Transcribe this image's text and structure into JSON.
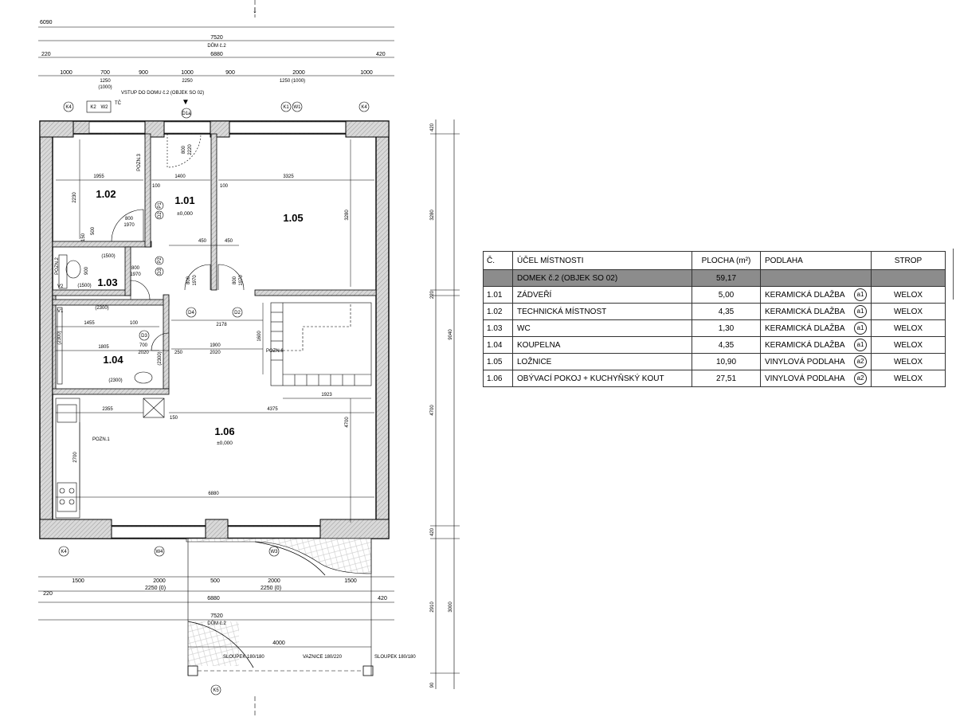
{
  "plan": {
    "rooms": [
      {
        "num": "1.01",
        "level": "±0,000"
      },
      {
        "num": "1.02"
      },
      {
        "num": "1.03"
      },
      {
        "num": "1.04"
      },
      {
        "num": "1.05"
      },
      {
        "num": "1.06",
        "level": "±0,000"
      }
    ],
    "top_dims": {
      "cut": "6090",
      "overall": "7520",
      "house": "DŮM č.2",
      "left_220": "220",
      "inner": "6880",
      "right_420": "420",
      "row": [
        "1000",
        "700",
        "900",
        "1000",
        "900",
        "2000",
        "1000"
      ],
      "sub": [
        "1250",
        "(1000)",
        "2250",
        "1250 (1000)"
      ]
    },
    "entrance_note": "VSTUP DO DOMU č.2 (OBJEK SO 02)",
    "grid_tags": [
      "K4",
      "K2",
      "W2",
      "TČ",
      "D1a",
      "K1",
      "W1",
      "K4"
    ],
    "grid_tags_bottom": [
      "K4",
      "W4",
      "W3",
      "K5"
    ],
    "door_tags": [
      "D2",
      "P1",
      "D3",
      "P2",
      "D4",
      "D2",
      "D3"
    ],
    "dims_interior": [
      "1955",
      "1400",
      "3325",
      "2230",
      "3280",
      "800",
      "1970",
      "800",
      "2220",
      "800",
      "1970",
      "150",
      "500",
      "450",
      "450",
      "800",
      "1970",
      "800",
      "1970",
      "(1500)",
      "900",
      "(1500)",
      "(2300)",
      "1455",
      "100",
      "700",
      "2020",
      "1805",
      "2178",
      "1900",
      "2020",
      "250",
      "1600",
      "(2300)",
      "(2300)",
      "(2300)",
      "1923",
      "2355",
      "150",
      "4375",
      "4700",
      "2700",
      "6880",
      "100",
      "100"
    ],
    "notes": [
      "POZN.3",
      "POZN.2",
      "POZN.6",
      "POZN.1",
      "V2",
      "V1"
    ],
    "right_dims": [
      "420",
      "3280",
      "220",
      "9040",
      "4700",
      "420",
      "2910",
      "3000",
      "90"
    ],
    "bottom_dims": {
      "row1": [
        "1500",
        "2000",
        "500",
        "2000",
        "1500"
      ],
      "row2": [
        "220",
        "2250 (0)",
        "2250 (0)",
        "420"
      ],
      "inner": "6880",
      "overall": "7520",
      "house": "DŮM č.2",
      "pergola": "4000",
      "labels": [
        "SLOUPEK 180/180",
        "VAZNICE 180/220",
        "SLOUPEK 180/180"
      ]
    }
  },
  "schedule": {
    "headers": {
      "num": "Č.",
      "name": "ÚČEL MÍSTNOSTI",
      "area": "PLOCHA (m²)",
      "floor": "PODLAHA",
      "ceiling": "STROP"
    },
    "group": {
      "name": "DOMEK č.2 (OBJEK SO 02)",
      "area": "59,17"
    },
    "rows": [
      {
        "num": "1.01",
        "name": "ZÁDVEŘÍ",
        "area": "5,00",
        "floor": "KERAMICKÁ DLAŽBA",
        "badge": "a1",
        "ceiling": "WELOX"
      },
      {
        "num": "1.02",
        "name": "TECHNICKÁ MÍSTNOST",
        "area": "4,35",
        "floor": "KERAMICKÁ DLAŽBA",
        "badge": "a1",
        "ceiling": "WELOX"
      },
      {
        "num": "1.03",
        "name": "WC",
        "area": "1,30",
        "floor": "KERAMICKÁ DLAŽBA",
        "badge": "a1",
        "ceiling": "WELOX"
      },
      {
        "num": "1.04",
        "name": "KOUPELNA",
        "area": "4,35",
        "floor": "KERAMICKÁ DLAŽBA",
        "badge": "a1",
        "ceiling": "WELOX"
      },
      {
        "num": "1.05",
        "name": "LOŽNICE",
        "area": "10,90",
        "floor": "VINYLOVÁ PODLAHA",
        "badge": "a2",
        "ceiling": "WELOX"
      },
      {
        "num": "1.06",
        "name": "OBÝVACÍ POKOJ + KUCHYŇSKÝ KOUT",
        "area": "27,51",
        "floor": "VINYLOVÁ PODLAHA",
        "badge": "a2",
        "ceiling": "WELOX"
      }
    ]
  }
}
